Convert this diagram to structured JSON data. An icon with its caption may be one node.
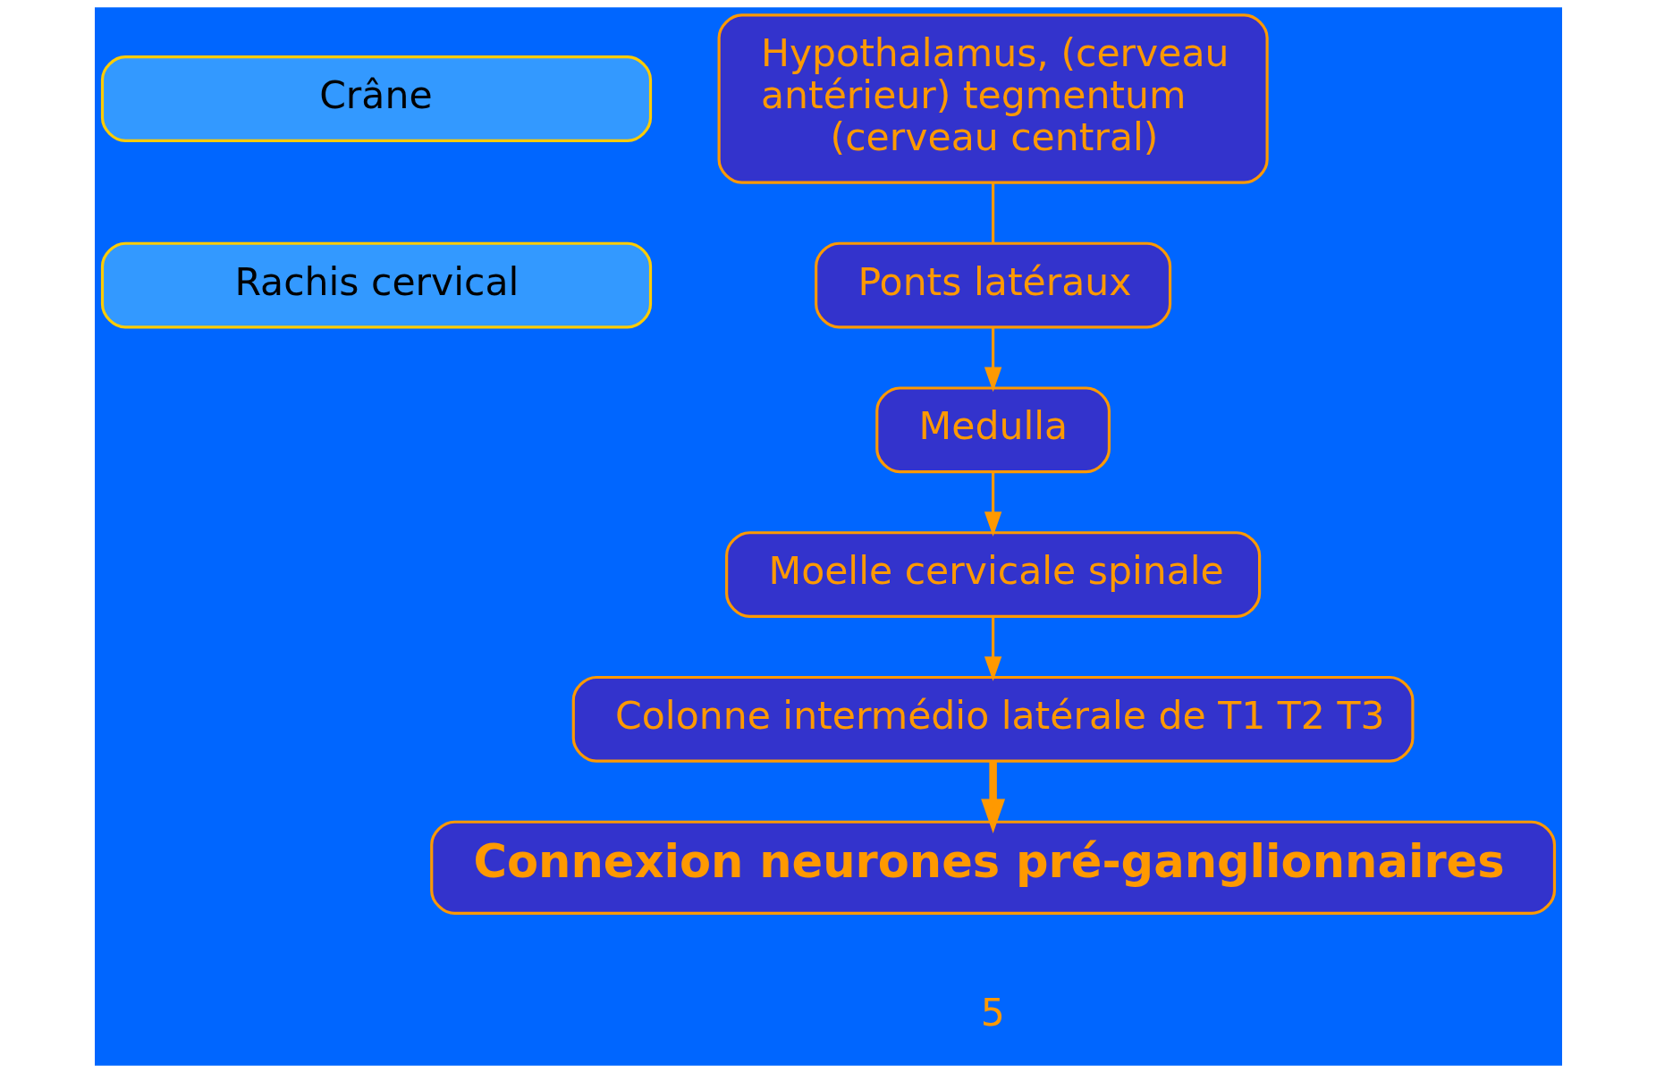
{
  "diagram": {
    "nodes": [
      {
        "text": [
          "Crâne"
        ]
      },
      {
        "text": [
          "Hypothalamus, (cerveau antérieur) tegmentum (cerveau central)"
        ]
      },
      {
        "text": [
          "Rachis cervical"
        ]
      },
      {
        "text": [
          "Ponts latéraux"
        ]
      },
      {
        "text": [
          "Medulla"
        ]
      },
      {
        "text": [
          "Moelle cervicale spinale"
        ]
      },
      {
        "text": [
          "Colonne intermédio latérale de T1 T2 T3"
        ]
      },
      {
        "text": [
          "Connexion neurones pré-ganglionnaires"
        ]
      }
    ],
    "edges": [
      {
        "from": 1,
        "to": 3,
        "arrow": "none"
      },
      {
        "from": 3,
        "to": 4,
        "arrow": "to"
      },
      {
        "from": 4,
        "to": 5,
        "arrow": "to"
      },
      {
        "from": 5,
        "to": 6,
        "arrow": "to"
      },
      {
        "from": 6,
        "to": 7,
        "arrow": "to",
        "style": "thick"
      }
    ],
    "labels": [
      "5"
    ]
  }
}
